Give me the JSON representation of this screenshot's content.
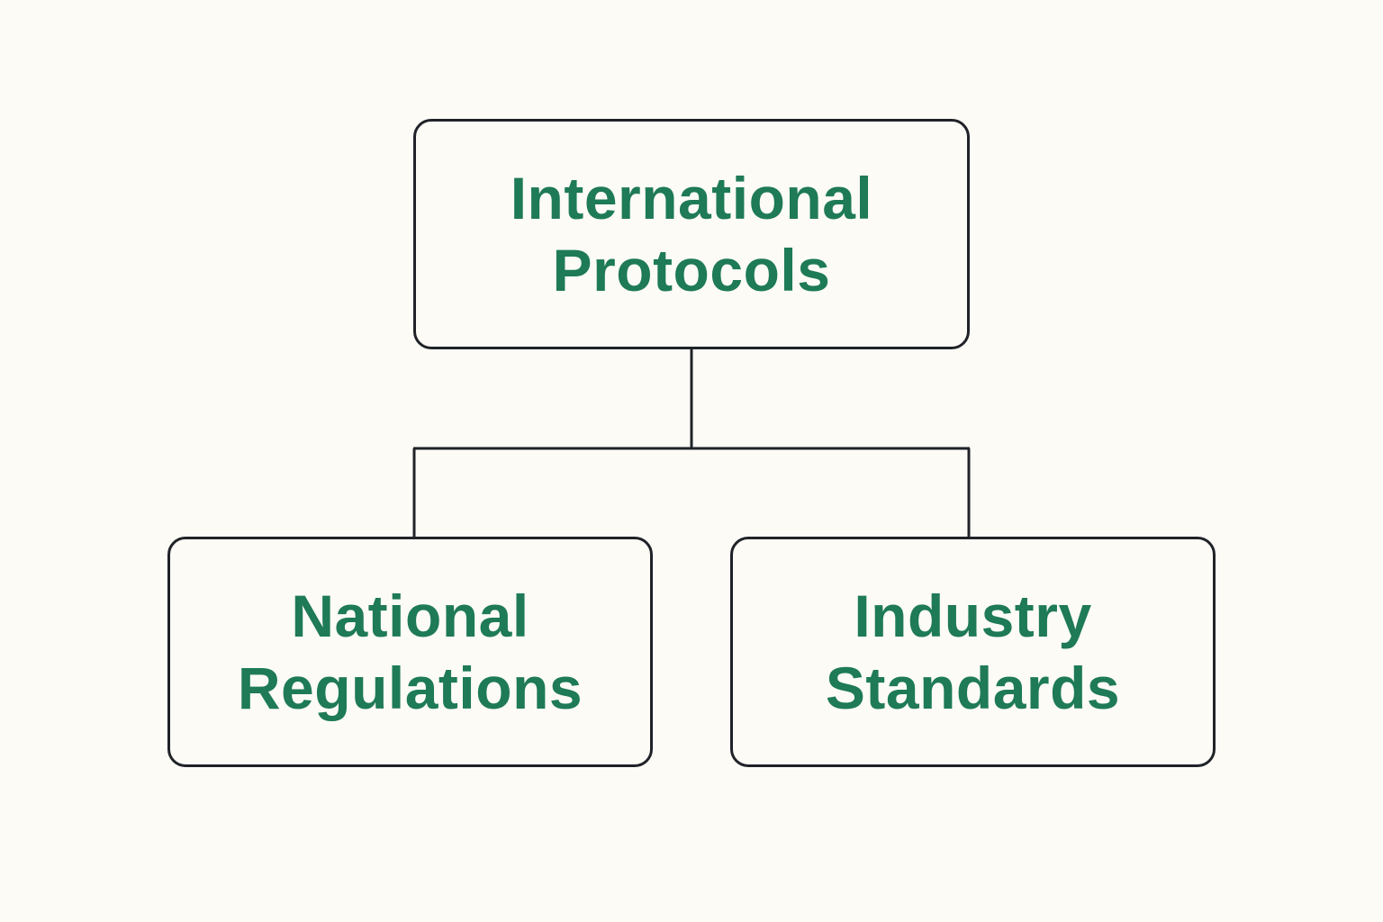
{
  "colors": {
    "background": "#fcfbf6",
    "box_border": "#1f2328",
    "text": "#1e7a57",
    "connector": "#1f2328"
  },
  "nodes": {
    "top": {
      "lines": [
        "International",
        "Protocols"
      ]
    },
    "left": {
      "lines": [
        "National",
        "Regulations"
      ]
    },
    "right": {
      "lines": [
        "Industry",
        "Standards"
      ]
    }
  },
  "edges": [
    {
      "from": "top",
      "to": "left"
    },
    {
      "from": "top",
      "to": "right"
    }
  ]
}
